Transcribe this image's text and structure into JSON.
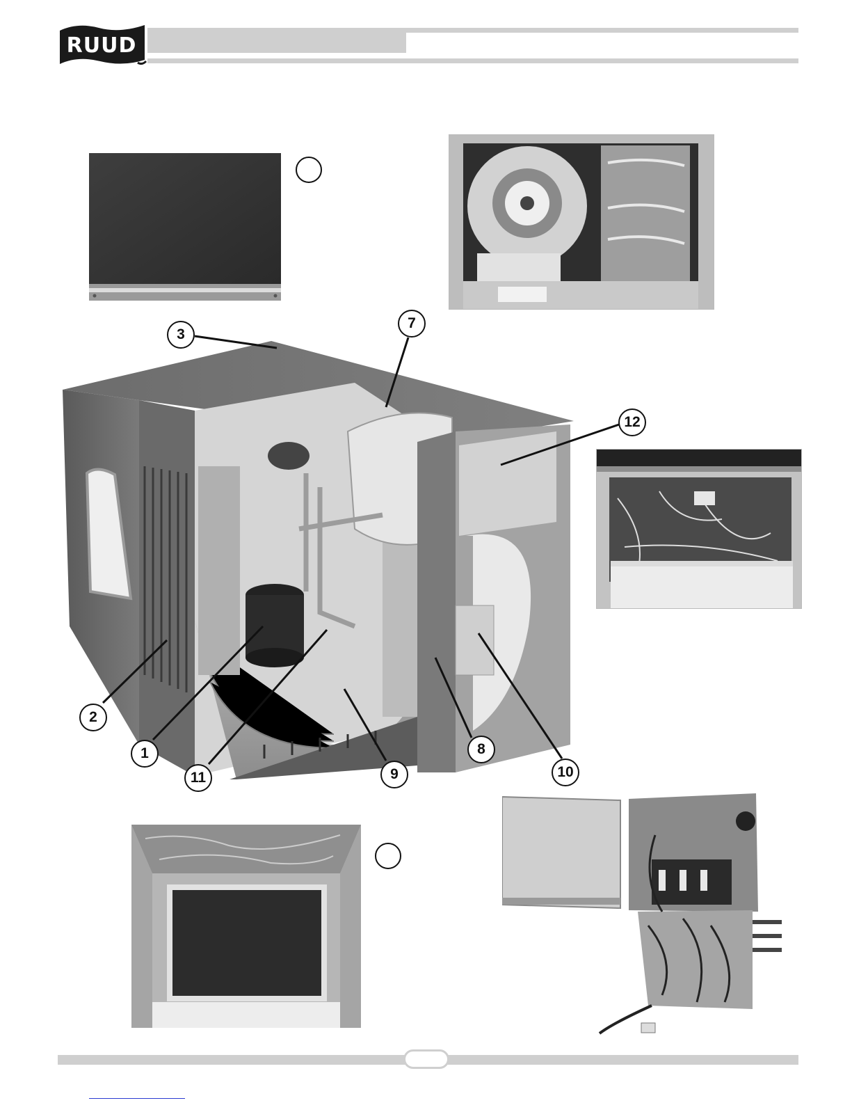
{
  "brand": {
    "logo_text": "RUUD"
  },
  "callouts": {
    "c3": "3",
    "c7": "7",
    "c12": "12",
    "c2": "2",
    "c1": "1",
    "c11": "11",
    "c9": "9",
    "c8": "8",
    "c10": "10"
  },
  "colors": {
    "bar": "#cfcfcf",
    "logo": "#1a1a1a",
    "link": "#2b3bd0"
  }
}
